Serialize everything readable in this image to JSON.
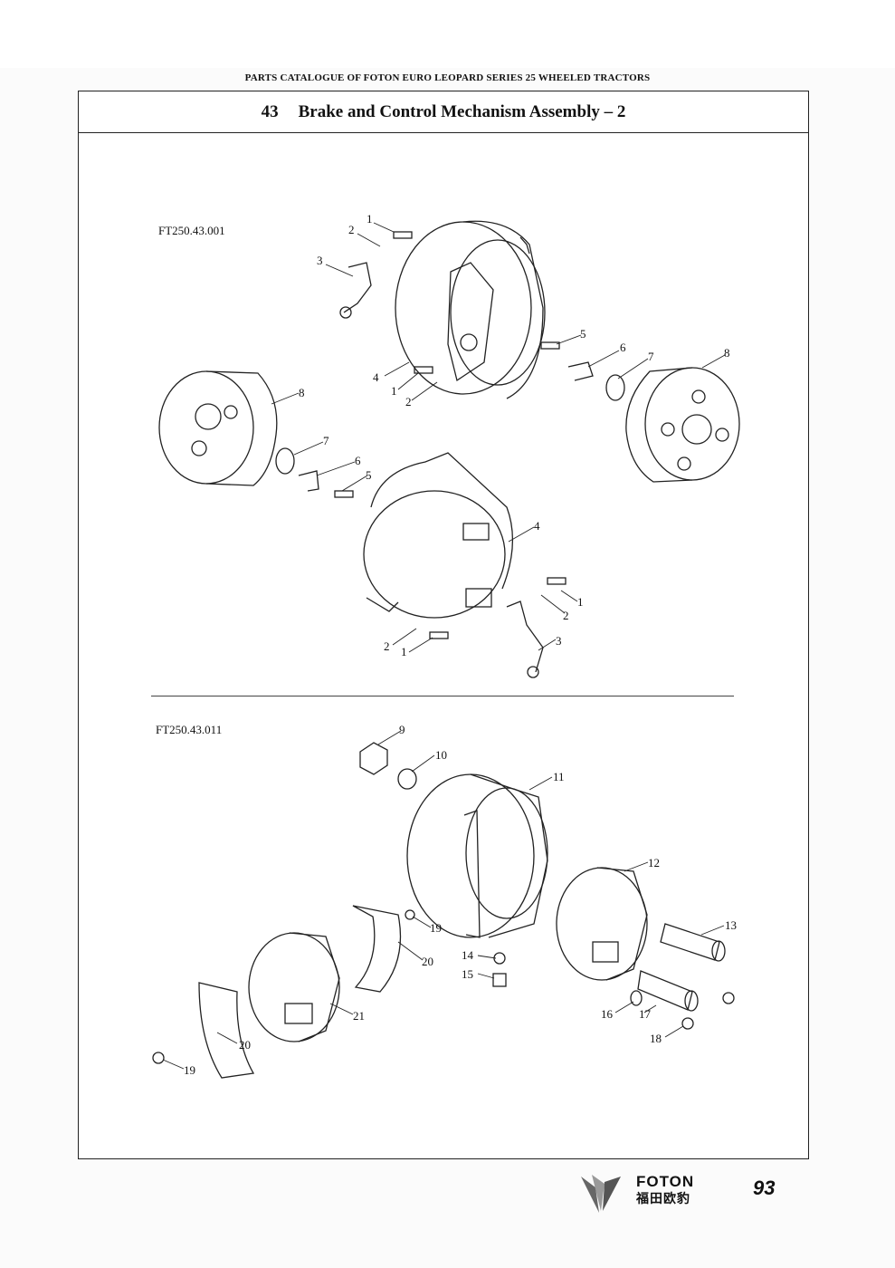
{
  "header": {
    "running": "PARTS CATALOGUE OF FOTON EURO LEOPARD SERIES 25 WHEELED TRACTORS"
  },
  "section": {
    "number": "43",
    "title": "Brake and Control Mechanism Assembly – 2"
  },
  "assemblies": [
    {
      "code": "FT250.43.001",
      "callouts": [
        "1",
        "2",
        "3",
        "5",
        "6",
        "7",
        "8",
        "4",
        "1",
        "2",
        "8",
        "7",
        "6",
        "5",
        "4",
        "1",
        "2",
        "3",
        "2",
        "1"
      ]
    },
    {
      "code": "FT250.43.011",
      "callouts": [
        "9",
        "10",
        "11",
        "12",
        "13",
        "19",
        "20",
        "14",
        "15",
        "21",
        "16",
        "17",
        "18",
        "20",
        "19"
      ]
    }
  ],
  "footer": {
    "brand": "FOTON",
    "brand_cn": "福田欧豹",
    "page": "93"
  }
}
